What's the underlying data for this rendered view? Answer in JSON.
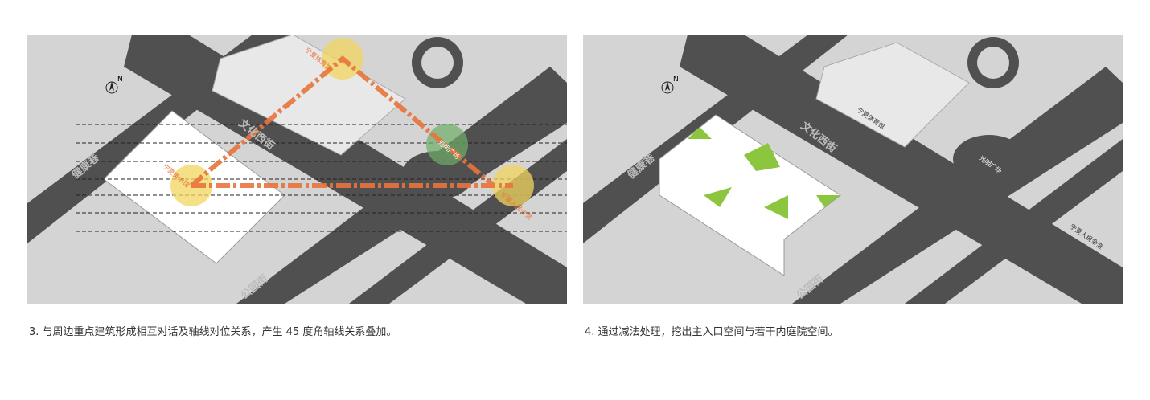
{
  "panel1": {
    "caption": "3. 与周边重点建筑形成相互对话及轴线对位关系，产生 45 度角轴线关系叠加。",
    "labels": {
      "gym": "宁夏体育馆",
      "museum": "宁夏美术馆",
      "hall": "宁夏人民会堂",
      "square": "光明广场"
    },
    "roads": {
      "wenhua": "文化西街",
      "jiankang": "健康巷",
      "gongyuan": "公园街"
    },
    "compass": "N"
  },
  "panel2": {
    "caption": "4. 通过减法处理，挖出主入口空间与若干内庭院空间。",
    "labels": {
      "gym": "宁夏体育馆",
      "hall": "宁夏人民会堂",
      "square": "光明广场"
    },
    "roads": {
      "wenhua": "文化西街",
      "jiankang": "健康巷",
      "gongyuan": "公园街"
    },
    "compass": "N"
  },
  "colors": {
    "road": "#505050",
    "ground": "#d4d4d4",
    "axis": "#e8743b",
    "highlight": "#f2d660",
    "green_circle": "#6fae6a",
    "courtyard": "#8cc63f"
  }
}
